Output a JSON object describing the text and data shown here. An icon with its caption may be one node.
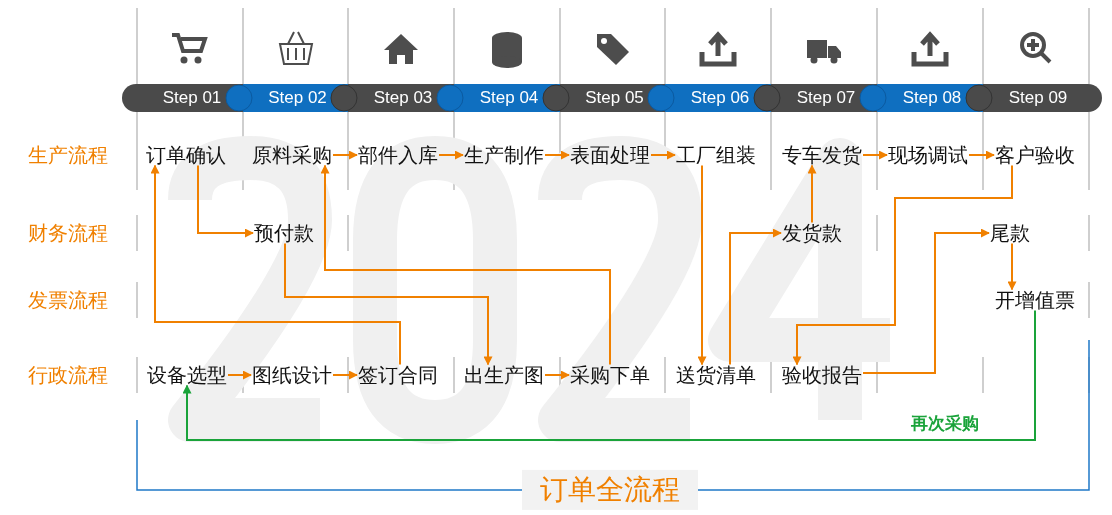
{
  "diagram": {
    "nodes": [
      {
        "text": [
          "订单确认"
        ]
      },
      {
        "text": [
          "原料采购"
        ]
      },
      {
        "text": [
          "部件入库"
        ]
      },
      {
        "text": [
          "生产制作"
        ]
      },
      {
        "text": [
          "表面处理"
        ]
      },
      {
        "text": [
          "工厂组装"
        ]
      },
      {
        "text": [
          "专车发货"
        ]
      },
      {
        "text": [
          "现场调试"
        ]
      },
      {
        "text": [
          "客户验收"
        ]
      },
      {
        "text": [
          "预付款"
        ]
      },
      {
        "text": [
          "发货款"
        ]
      },
      {
        "text": [
          "尾款"
        ]
      },
      {
        "text": [
          "开增值票"
        ]
      },
      {
        "text": [
          "设备选型"
        ]
      },
      {
        "text": [
          "图纸设计"
        ]
      },
      {
        "text": [
          "签订合同"
        ]
      },
      {
        "text": [
          "出生产图"
        ]
      },
      {
        "text": [
          "采购下单"
        ]
      },
      {
        "text": [
          "送货清单"
        ]
      },
      {
        "text": [
          "验收报告"
        ]
      }
    ],
    "edges": [
      {
        "from": 1,
        "to": 2,
        "arrow": "to"
      },
      {
        "from": 2,
        "to": 3,
        "arrow": "to"
      },
      {
        "from": 3,
        "to": 4,
        "arrow": "to"
      },
      {
        "from": 4,
        "to": 5,
        "arrow": "to"
      },
      {
        "from": 6,
        "to": 7,
        "arrow": "to"
      },
      {
        "from": 7,
        "to": 8,
        "arrow": "to"
      },
      {
        "from": 13,
        "to": 14,
        "arrow": "to"
      },
      {
        "from": 14,
        "to": 15,
        "arrow": "to"
      },
      {
        "from": 16,
        "to": 17,
        "arrow": "to"
      },
      {
        "from": 0,
        "to": 9,
        "arrow": "to"
      },
      {
        "from": 9,
        "to": 16,
        "arrow": "to"
      },
      {
        "from": 15,
        "to": 0,
        "arrow": "to"
      },
      {
        "from": 17,
        "to": 1,
        "arrow": "to"
      },
      {
        "from": 5,
        "to": 18,
        "arrow": "to"
      },
      {
        "from": 18,
        "to": 10,
        "arrow": "to"
      },
      {
        "from": 10,
        "to": 6,
        "arrow": "to"
      },
      {
        "from": 8,
        "to": 19,
        "arrow": "to"
      },
      {
        "from": 19,
        "to": 11,
        "arrow": "to"
      },
      {
        "from": 11,
        "to": 12,
        "arrow": "to"
      },
      {
        "from": 12,
        "to": 13,
        "arrow": "to",
        "label": "再次采购",
        "color": "#1aa33a"
      }
    ],
    "labels": [
      "Step 01",
      "Step 02",
      "Step 03",
      "Step 04",
      "Step 05",
      "Step 06",
      "Step 07",
      "Step 08",
      "Step 09",
      "生产流程",
      "财务流程",
      "发票流程",
      "行政流程",
      "订单全流程"
    ]
  }
}
